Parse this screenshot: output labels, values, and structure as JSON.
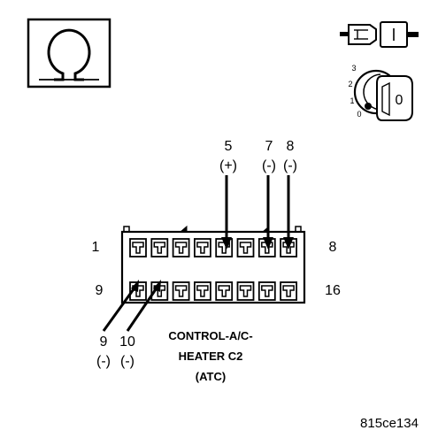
{
  "meter_icon": "ohm-symbol-icon",
  "connector_icon": "disconnected-connector-icon",
  "ignition": {
    "icon": "ignition-key-icon",
    "key_label": "0",
    "positions": [
      "3",
      "2",
      "1",
      "0"
    ]
  },
  "connector": {
    "row1": {
      "start": "1",
      "end": "8"
    },
    "row2": {
      "start": "9",
      "end": "16"
    },
    "title_lines": [
      "CONTROL-A/C-",
      "HEATER C2",
      "(ATC)"
    ]
  },
  "probes": [
    {
      "pin": "5",
      "polarity": "(+)"
    },
    {
      "pin": "7",
      "polarity": "(-)"
    },
    {
      "pin": "8",
      "polarity": "(-)"
    },
    {
      "pin": "9",
      "polarity": "(-)"
    },
    {
      "pin": "10",
      "polarity": "(-)"
    }
  ],
  "figure_id": "815ce134"
}
